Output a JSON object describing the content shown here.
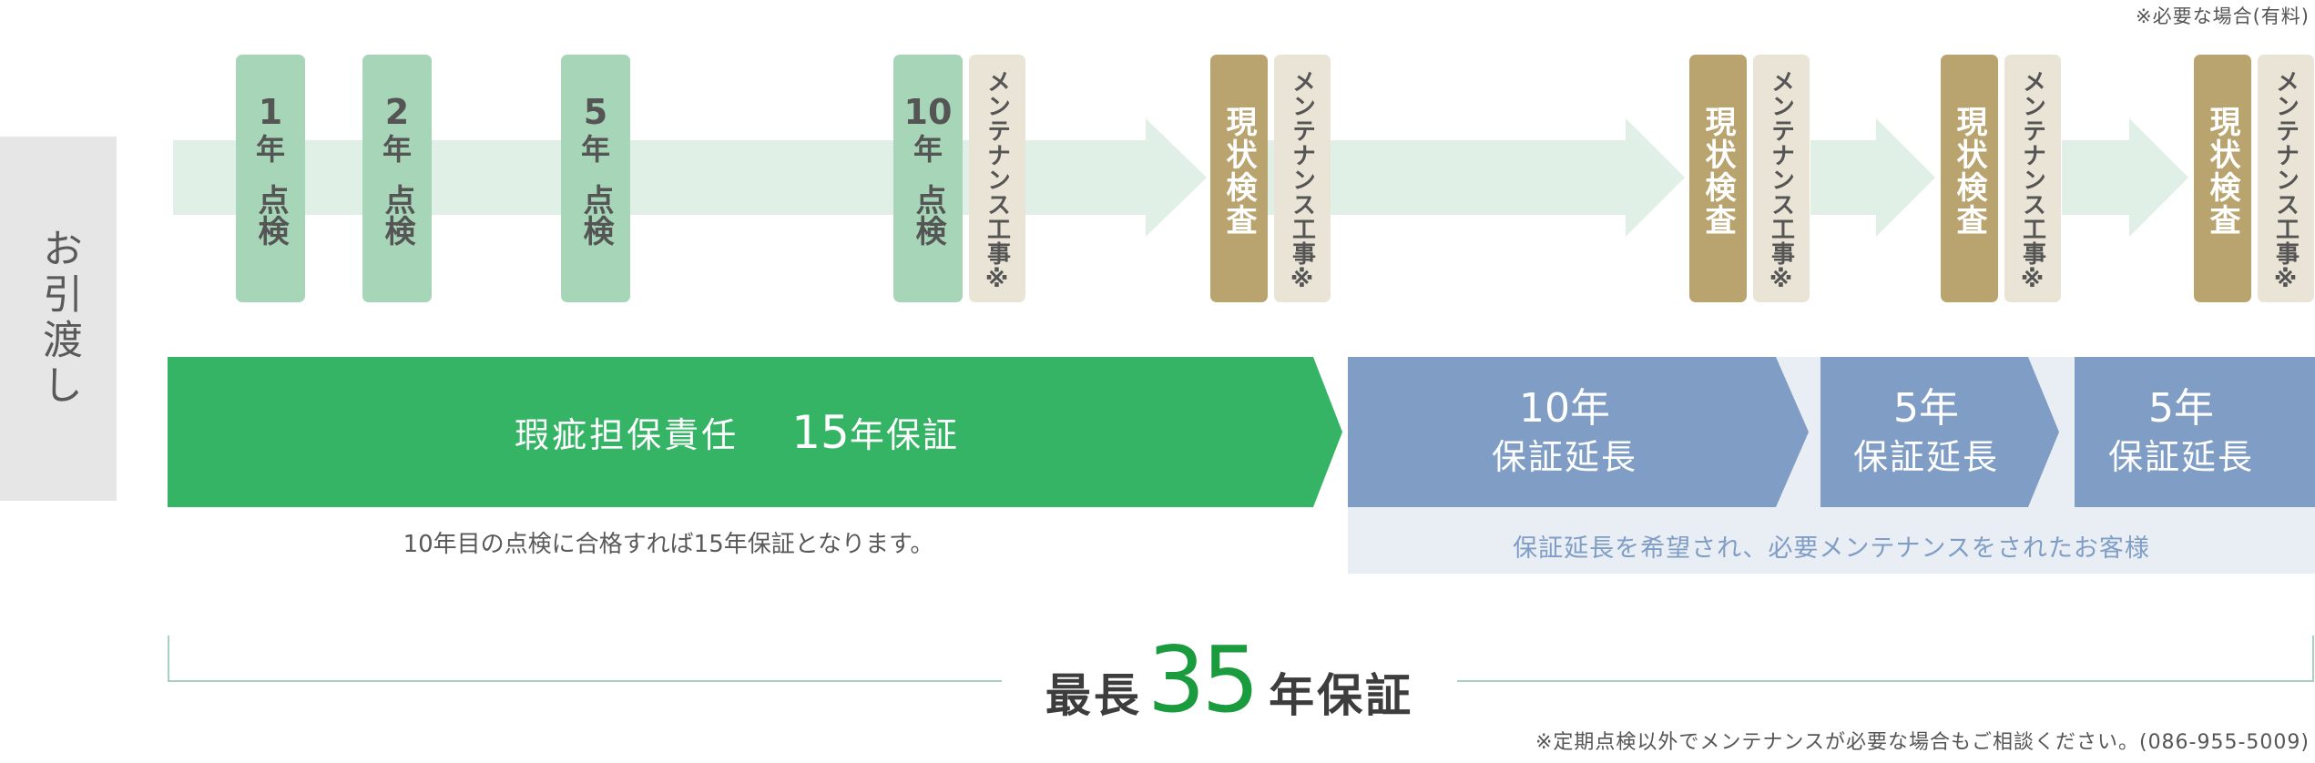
{
  "top_note": "※必要な場合(有料)",
  "handover": "お引渡し",
  "colors": {
    "check": "#a6d5b8",
    "inspection": "#b9a46f",
    "maintenance": "#eae4d6",
    "warranty_green": "#34b464",
    "extension_blue": "#7f9dc5",
    "arrow": "#e0f0e6",
    "accent_number": "#1a9b3d"
  },
  "checks": [
    {
      "num": "1",
      "yr": "年",
      "word": "点検"
    },
    {
      "num": "2",
      "yr": "年",
      "word": "点検"
    },
    {
      "num": "5",
      "yr": "年",
      "word": "点検"
    },
    {
      "num": "10",
      "yr": "年",
      "word": "点検"
    }
  ],
  "inspection_label": "現状検査",
  "maintenance_label": "メンテナンス工事※",
  "warranty": {
    "main_label": "瑕疵担保責任",
    "years_num": "15",
    "years_suffix": "年保証",
    "note": "10年目の点検に合格すれば15年保証となります。"
  },
  "extensions": [
    {
      "years": "10年",
      "label": "保証延長"
    },
    {
      "years": "5年",
      "label": "保証延長"
    },
    {
      "years": "5年",
      "label": "保証延長"
    }
  ],
  "extension_note": "保証延長を希望され、必要メンテナンスをされたお客様",
  "total": {
    "prefix": "最長",
    "number": "35",
    "suffix": "年保証"
  },
  "bottom_note": "※定期点検以外でメンテナンスが必要な場合もご相談ください。(086-955-5009)"
}
